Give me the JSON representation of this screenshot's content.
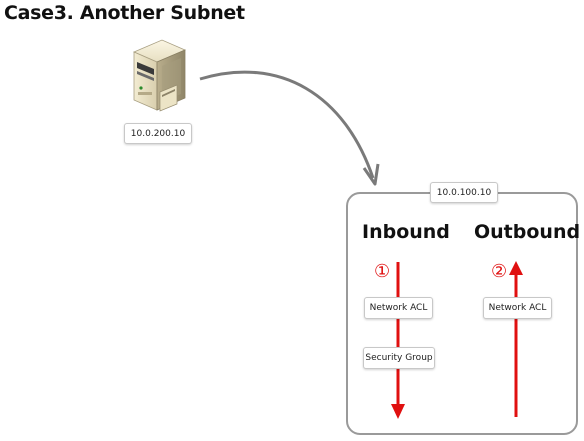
{
  "title": "Case3. Another Subnet",
  "source": {
    "icon": "server-tower-icon",
    "ip": "10.0.200.10"
  },
  "target": {
    "ip": "10.0.100.10",
    "inbound": {
      "heading": "Inbound",
      "step": "①",
      "layers": [
        "Network ACL",
        "Security Group"
      ]
    },
    "outbound": {
      "heading": "Outbound",
      "step": "②",
      "layers": [
        "Network ACL"
      ]
    }
  },
  "colors": {
    "flow_arrow": "#e01010",
    "connector": "#7a7a7a",
    "border": "#9a9a9a"
  }
}
